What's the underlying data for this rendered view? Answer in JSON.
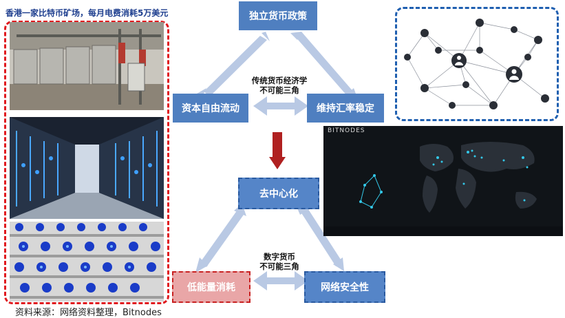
{
  "caption": "香港一家比特币矿场，每月电费消耗5万美元",
  "source": "资料来源：网络资料整理，Bitnodes",
  "top_triangle": {
    "top": "独立货币政策",
    "left": "资本自由流动",
    "right": "维持汇率稳定",
    "center_line1": "传统货币经济学",
    "center_line2": "不可能三角"
  },
  "middle": "去中心化",
  "bottom_triangle": {
    "left": "低能量消耗",
    "right": "网络安全性",
    "center_line1": "数字货币",
    "center_line2": "不可能三角"
  },
  "bitnodes": {
    "brand": "BITNODES"
  },
  "colors": {
    "box_blue": "#4f7fc0",
    "arrow_blue": "#b9c9e4",
    "arrow_red": "#b02020",
    "pink_box": "#e9a6a7",
    "red_dash": "#e0191e",
    "blue_dash": "#1f5fb0"
  },
  "icons": [
    "network-diagram-image",
    "bitcoin-mine-photo",
    "bitnodes-world-map"
  ]
}
